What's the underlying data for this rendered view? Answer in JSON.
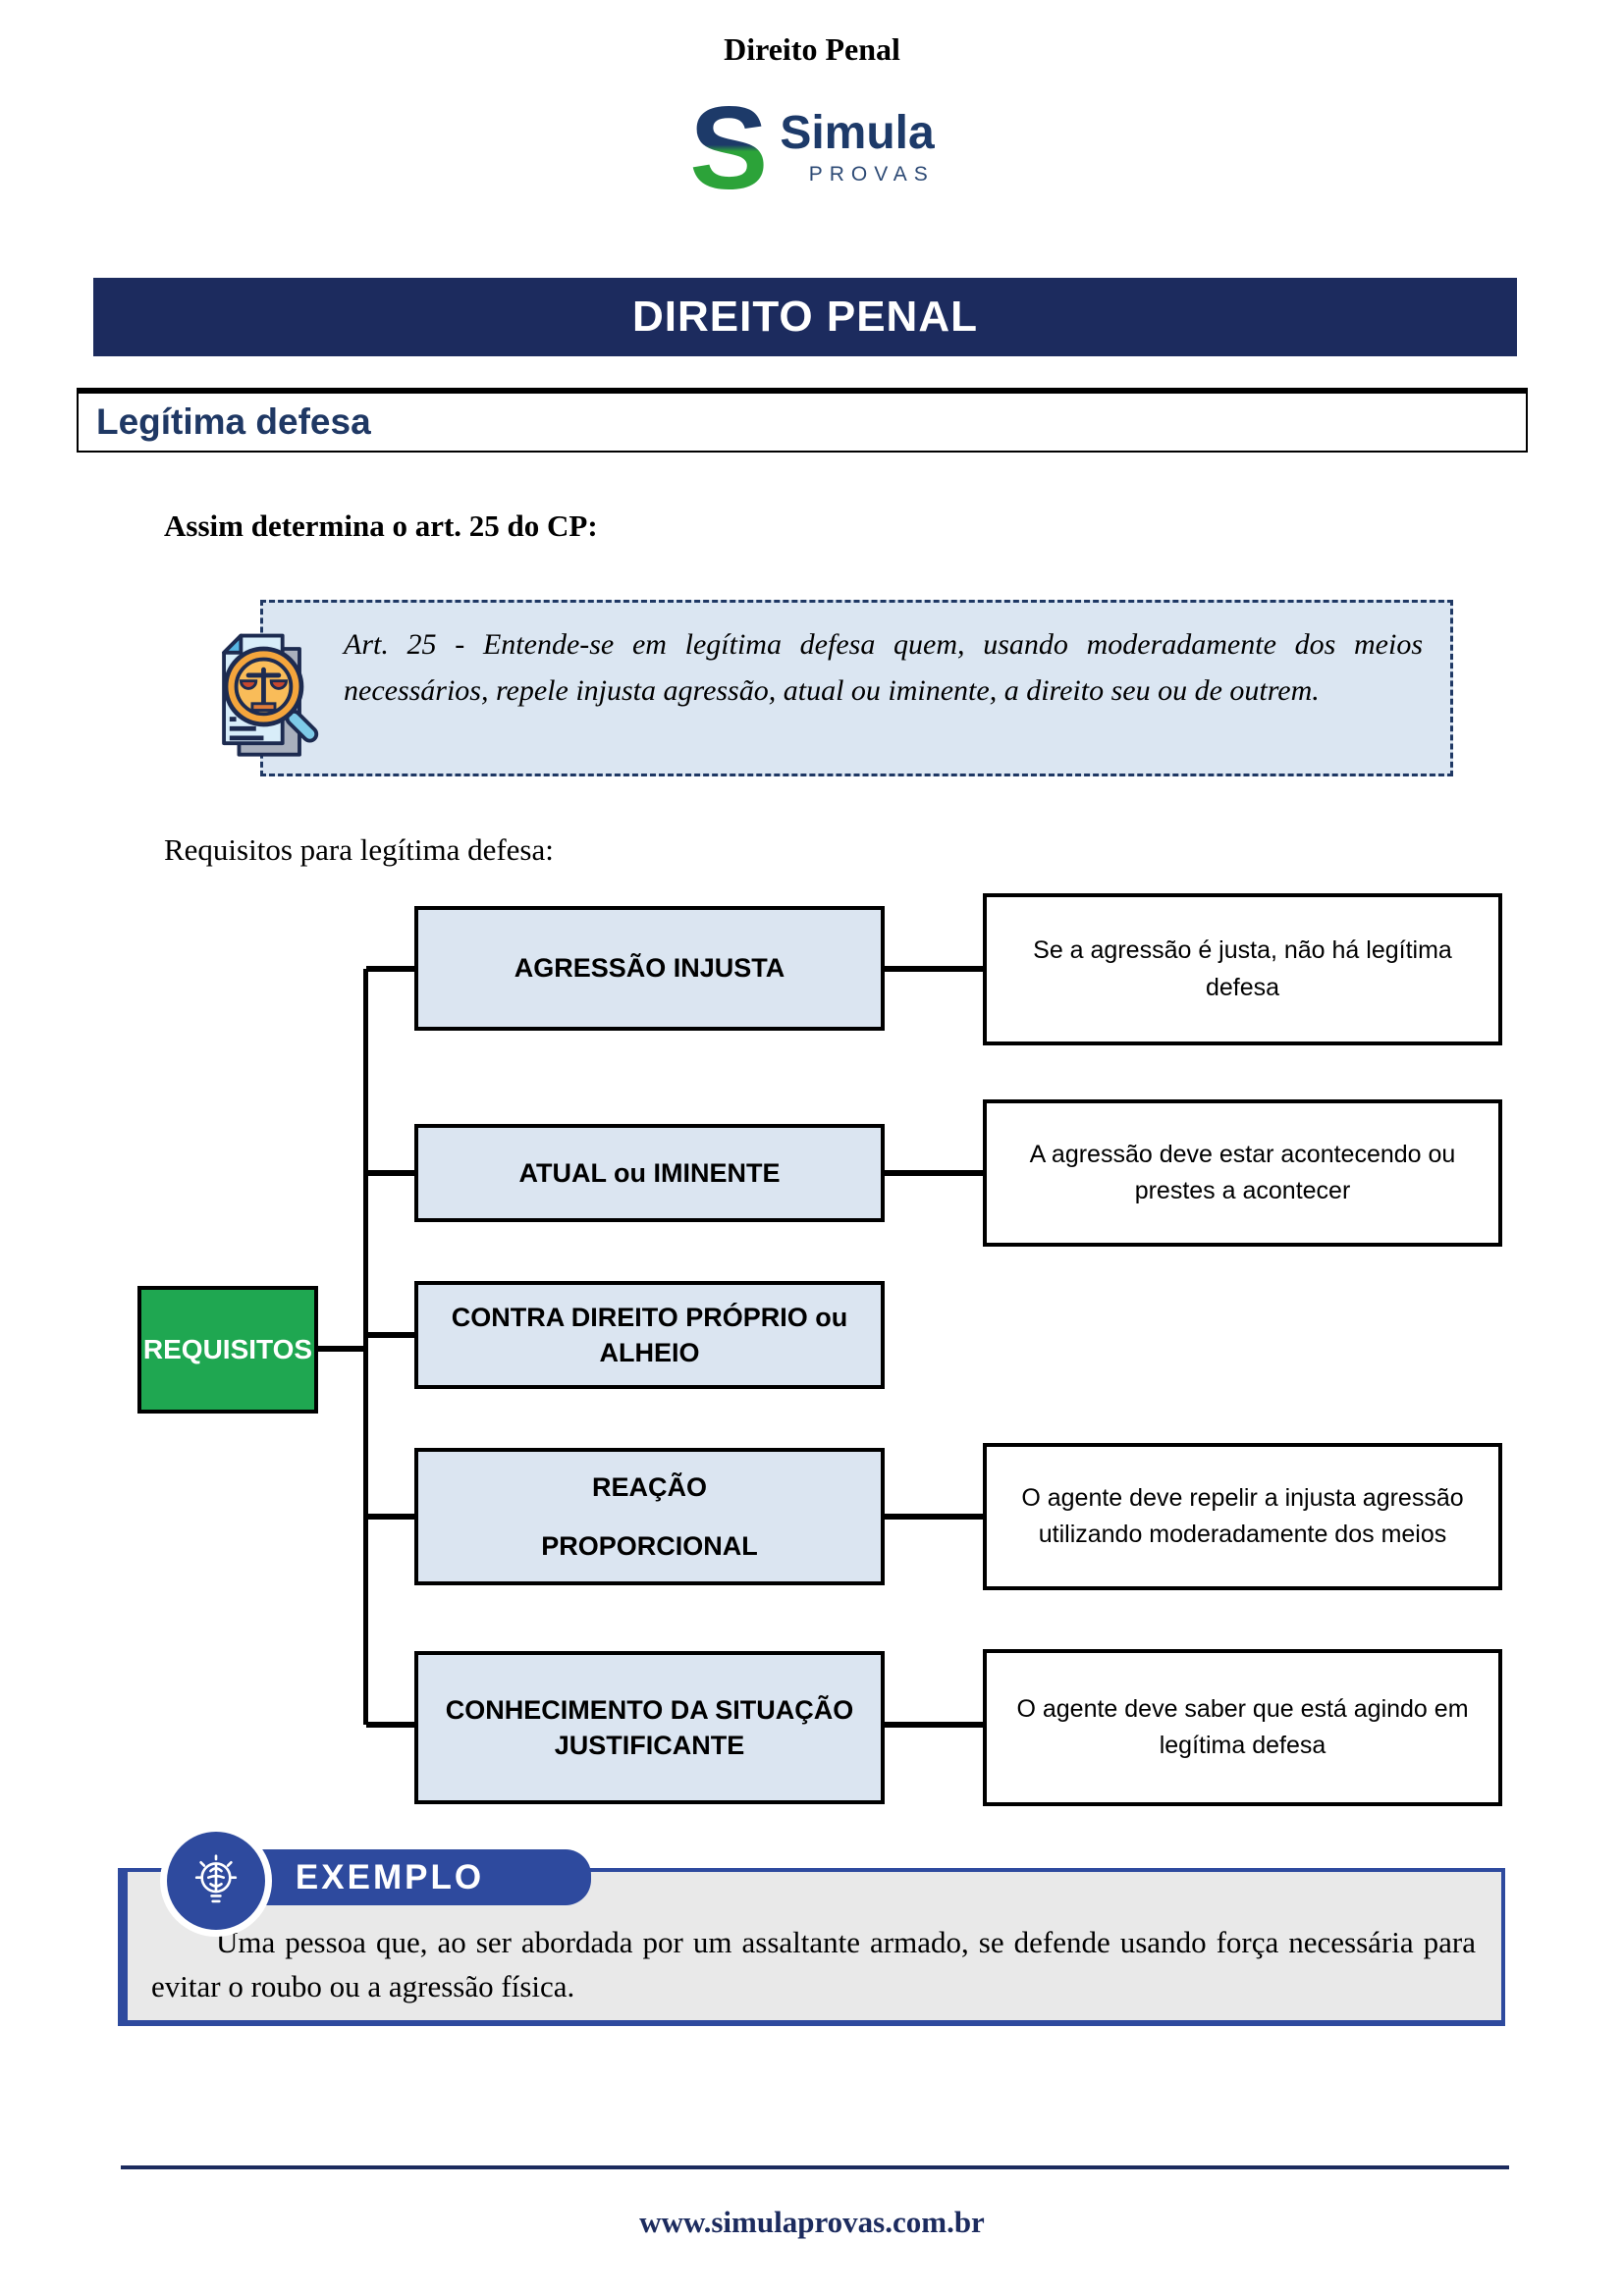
{
  "page": {
    "title": "Direito Penal"
  },
  "logo": {
    "mark": "S",
    "name": "Simula",
    "subname": "PROVAS"
  },
  "banner": {
    "title": "DIREITO PENAL"
  },
  "section": {
    "title": "Legítima defesa"
  },
  "intro": "Assim determina o art. 25 do CP:",
  "quote": "Art. 25 - Entende-se em legítima defesa quem, usando moderadamente dos meios necessários, repele injusta agressão, atual ou iminente, a direito seu ou de outrem.",
  "requisites_lead": "Requisitos para legítima defesa:",
  "diagram": {
    "root": "REQUISITOS",
    "rows": [
      {
        "requirement": "AGRESSÃO  INJUSTA",
        "explanation": "Se a agressão é justa, não há legítima defesa"
      },
      {
        "requirement": "ATUAL ou  IMINENTE",
        "explanation": "A agressão deve estar acontecendo ou prestes a acontecer"
      },
      {
        "requirement": "CONTRA DIREITO PRÓPRIO ou ALHEIO"
      },
      {
        "requirement_top": "REAÇÃO",
        "requirement_bottom": "PROPORCIONAL",
        "explanation": "O agente deve repelir a injusta agressão utilizando moderadamente dos meios"
      },
      {
        "requirement": "CONHECIMENTO DA SITUAÇÃO JUSTIFICANTE",
        "explanation": "O agente deve saber que está agindo em legítima defesa"
      }
    ]
  },
  "example": {
    "badge": "EXEMPLO",
    "text": "Uma pessoa que, ao ser abordada por um assaltante armado, se defende usando força necessária para evitar o roubo ou a agressão física."
  },
  "footer": {
    "url": "www.simulaprovas.com.br"
  },
  "colors": {
    "navy_banner": "#1c2b5e",
    "heading_blue": "#1f3864",
    "diagram_box_blue": "#dbe5f1",
    "quote_box_blue": "#dbe6f2",
    "requisites_green": "#1fa751",
    "example_blue": "#2e4a9e",
    "example_gray": "#e9e9e9",
    "logo_navy": "#1d3a69",
    "logo_green": "#2ca339"
  }
}
